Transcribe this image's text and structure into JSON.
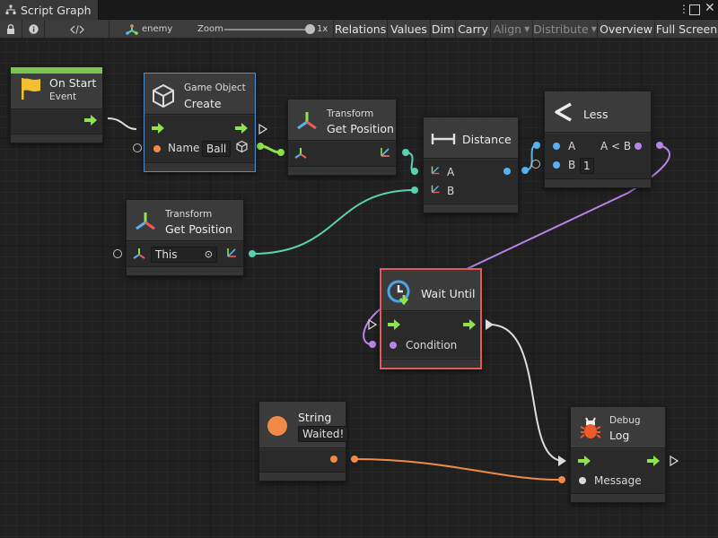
{
  "window": {
    "title": "Script Graph"
  },
  "toolbar": {
    "object": "enemy",
    "zoom_label": "Zoom",
    "zoom_value": "1x",
    "relations": "Relations",
    "values": "Values",
    "dim": "Dim",
    "carry": "Carry",
    "align": "Align",
    "distribute": "Distribute",
    "overview": "Overview",
    "fullscreen": "Full Screen"
  },
  "nodes": {
    "on_start": {
      "title": "On Start",
      "subtitle": "Event"
    },
    "create": {
      "category": "Game Object",
      "title": "Create",
      "name_label": "Name",
      "name_value": "Ball"
    },
    "getpos1": {
      "category": "Transform",
      "title": "Get Position"
    },
    "getpos2": {
      "category": "Transform",
      "title": "Get Position",
      "value": "This"
    },
    "distance": {
      "title": "Distance",
      "port_a": "A",
      "port_b": "B"
    },
    "less": {
      "title": "Less",
      "port_a": "A",
      "port_b": "B",
      "b_value": "1",
      "output": "A < B"
    },
    "wait": {
      "title": "Wait Until",
      "port": "Condition"
    },
    "string": {
      "title": "String",
      "value": "Waited!"
    },
    "log": {
      "category": "Debug",
      "title": "Log",
      "port": "Message"
    }
  },
  "colors": {
    "flow": "#8fe34d",
    "vector3": "#5ad1b0",
    "float": "#58b2f0",
    "bool": "#b784e8",
    "string": "#f08a46",
    "selected": "#4d8fd1",
    "error": "#e25a5a"
  }
}
